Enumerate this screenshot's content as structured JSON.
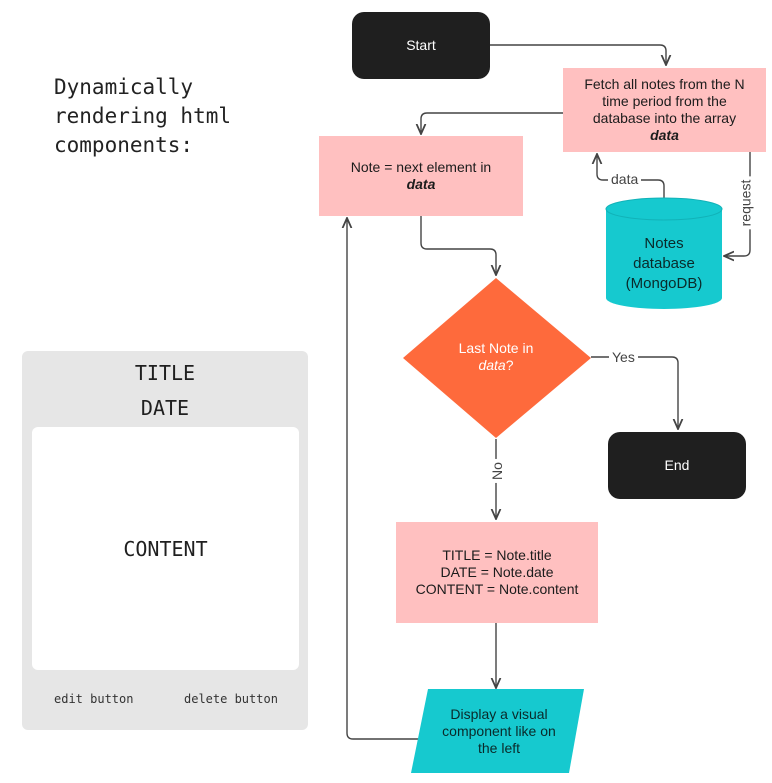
{
  "heading": "Dynamically\nrendering html\ncomponents:",
  "card": {
    "title": "TITLE",
    "date": "DATE",
    "content": "CONTENT",
    "edit_label": "edit button",
    "delete_label": "delete button"
  },
  "flow": {
    "start": "Start",
    "fetch_line1": "Fetch all notes from the N",
    "fetch_line2": "time period from the",
    "fetch_line3": "database into the array",
    "fetch_var": "data",
    "db_line1": "Notes",
    "db_line2": "database",
    "db_line3": "(MongoDB)",
    "data_label": "data",
    "request_label": "request",
    "next_line1": "Note = next element in",
    "next_var": "data",
    "decision_line1": "Last Note in",
    "decision_var": "data",
    "decision_suffix": "?",
    "yes_label": "Yes",
    "no_label": "No",
    "end": "End",
    "assign_line1": "TITLE = Note.title",
    "assign_line2": "DATE = Note.date",
    "assign_line3": "CONTENT = Note.content",
    "display_line1": "Display a visual",
    "display_line2": "component like on",
    "display_line3": "the left"
  },
  "colors": {
    "terminal": "#1f1f1f",
    "process": "#ffc0c0",
    "decision": "#fe6a3c",
    "database": "#16c9cf",
    "connector": "#444444",
    "card_bg": "#e6e6e6"
  }
}
